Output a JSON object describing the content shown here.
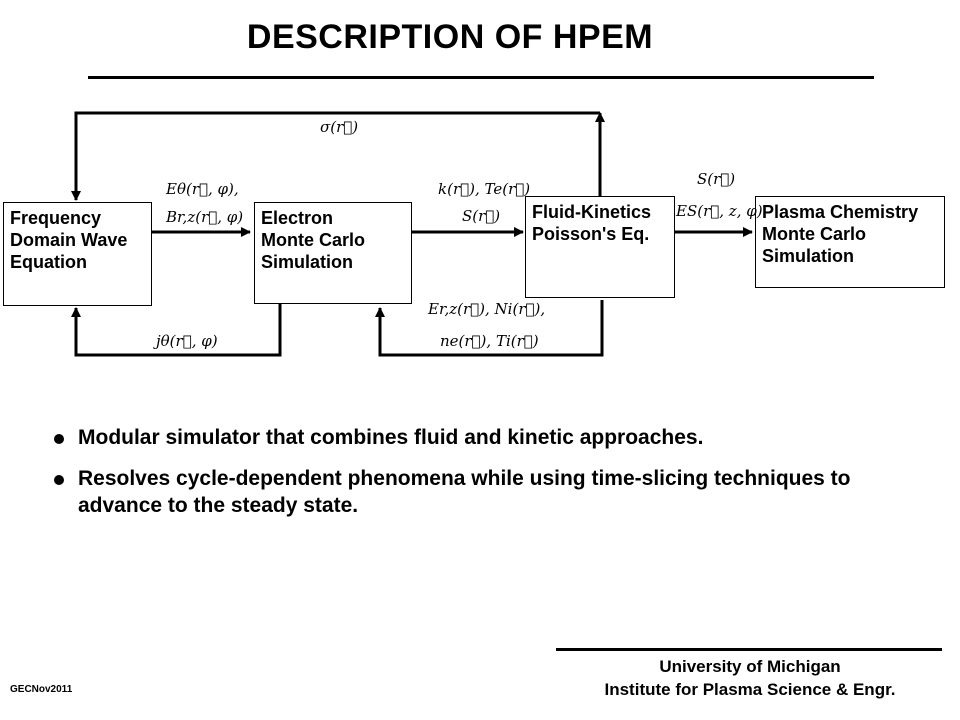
{
  "title": "DESCRIPTION OF HPEM",
  "boxes": {
    "fdwe": "Frequency\nDomain Wave\nEquation",
    "emcs": "Electron\nMonte Carlo\nSimulation",
    "fkpe": "Fluid-Kinetics\nPoisson's Eq.",
    "pcmcs": "Plasma Chemistry\nMonte Carlo\nSimulation"
  },
  "labels": {
    "sigma": "σ(r⃗)",
    "e_theta": "Eθ(r⃗, φ),",
    "b_rz": "Br,z(r⃗, φ)",
    "k_te": "k(r⃗), Te(r⃗)",
    "s_r": "S(r⃗)",
    "s_top": "S(r⃗)",
    "es": "ES(r⃗, z, φ)",
    "j_theta": "jθ(r⃗, φ)",
    "e_rz_ni": "Er,z(r⃗), Ni(r⃗),",
    "ne_ti": "ne(r⃗), Ti(r⃗)"
  },
  "bullets": [
    "Modular simulator that combines fluid and kinetic approaches.",
    "Resolves cycle-dependent phenomena while using time-slicing techniques to advance to the steady state."
  ],
  "footer": {
    "university": "University of Michigan",
    "institute": "Institute for Plasma Science & Engr.",
    "code": "GECNov2011"
  }
}
